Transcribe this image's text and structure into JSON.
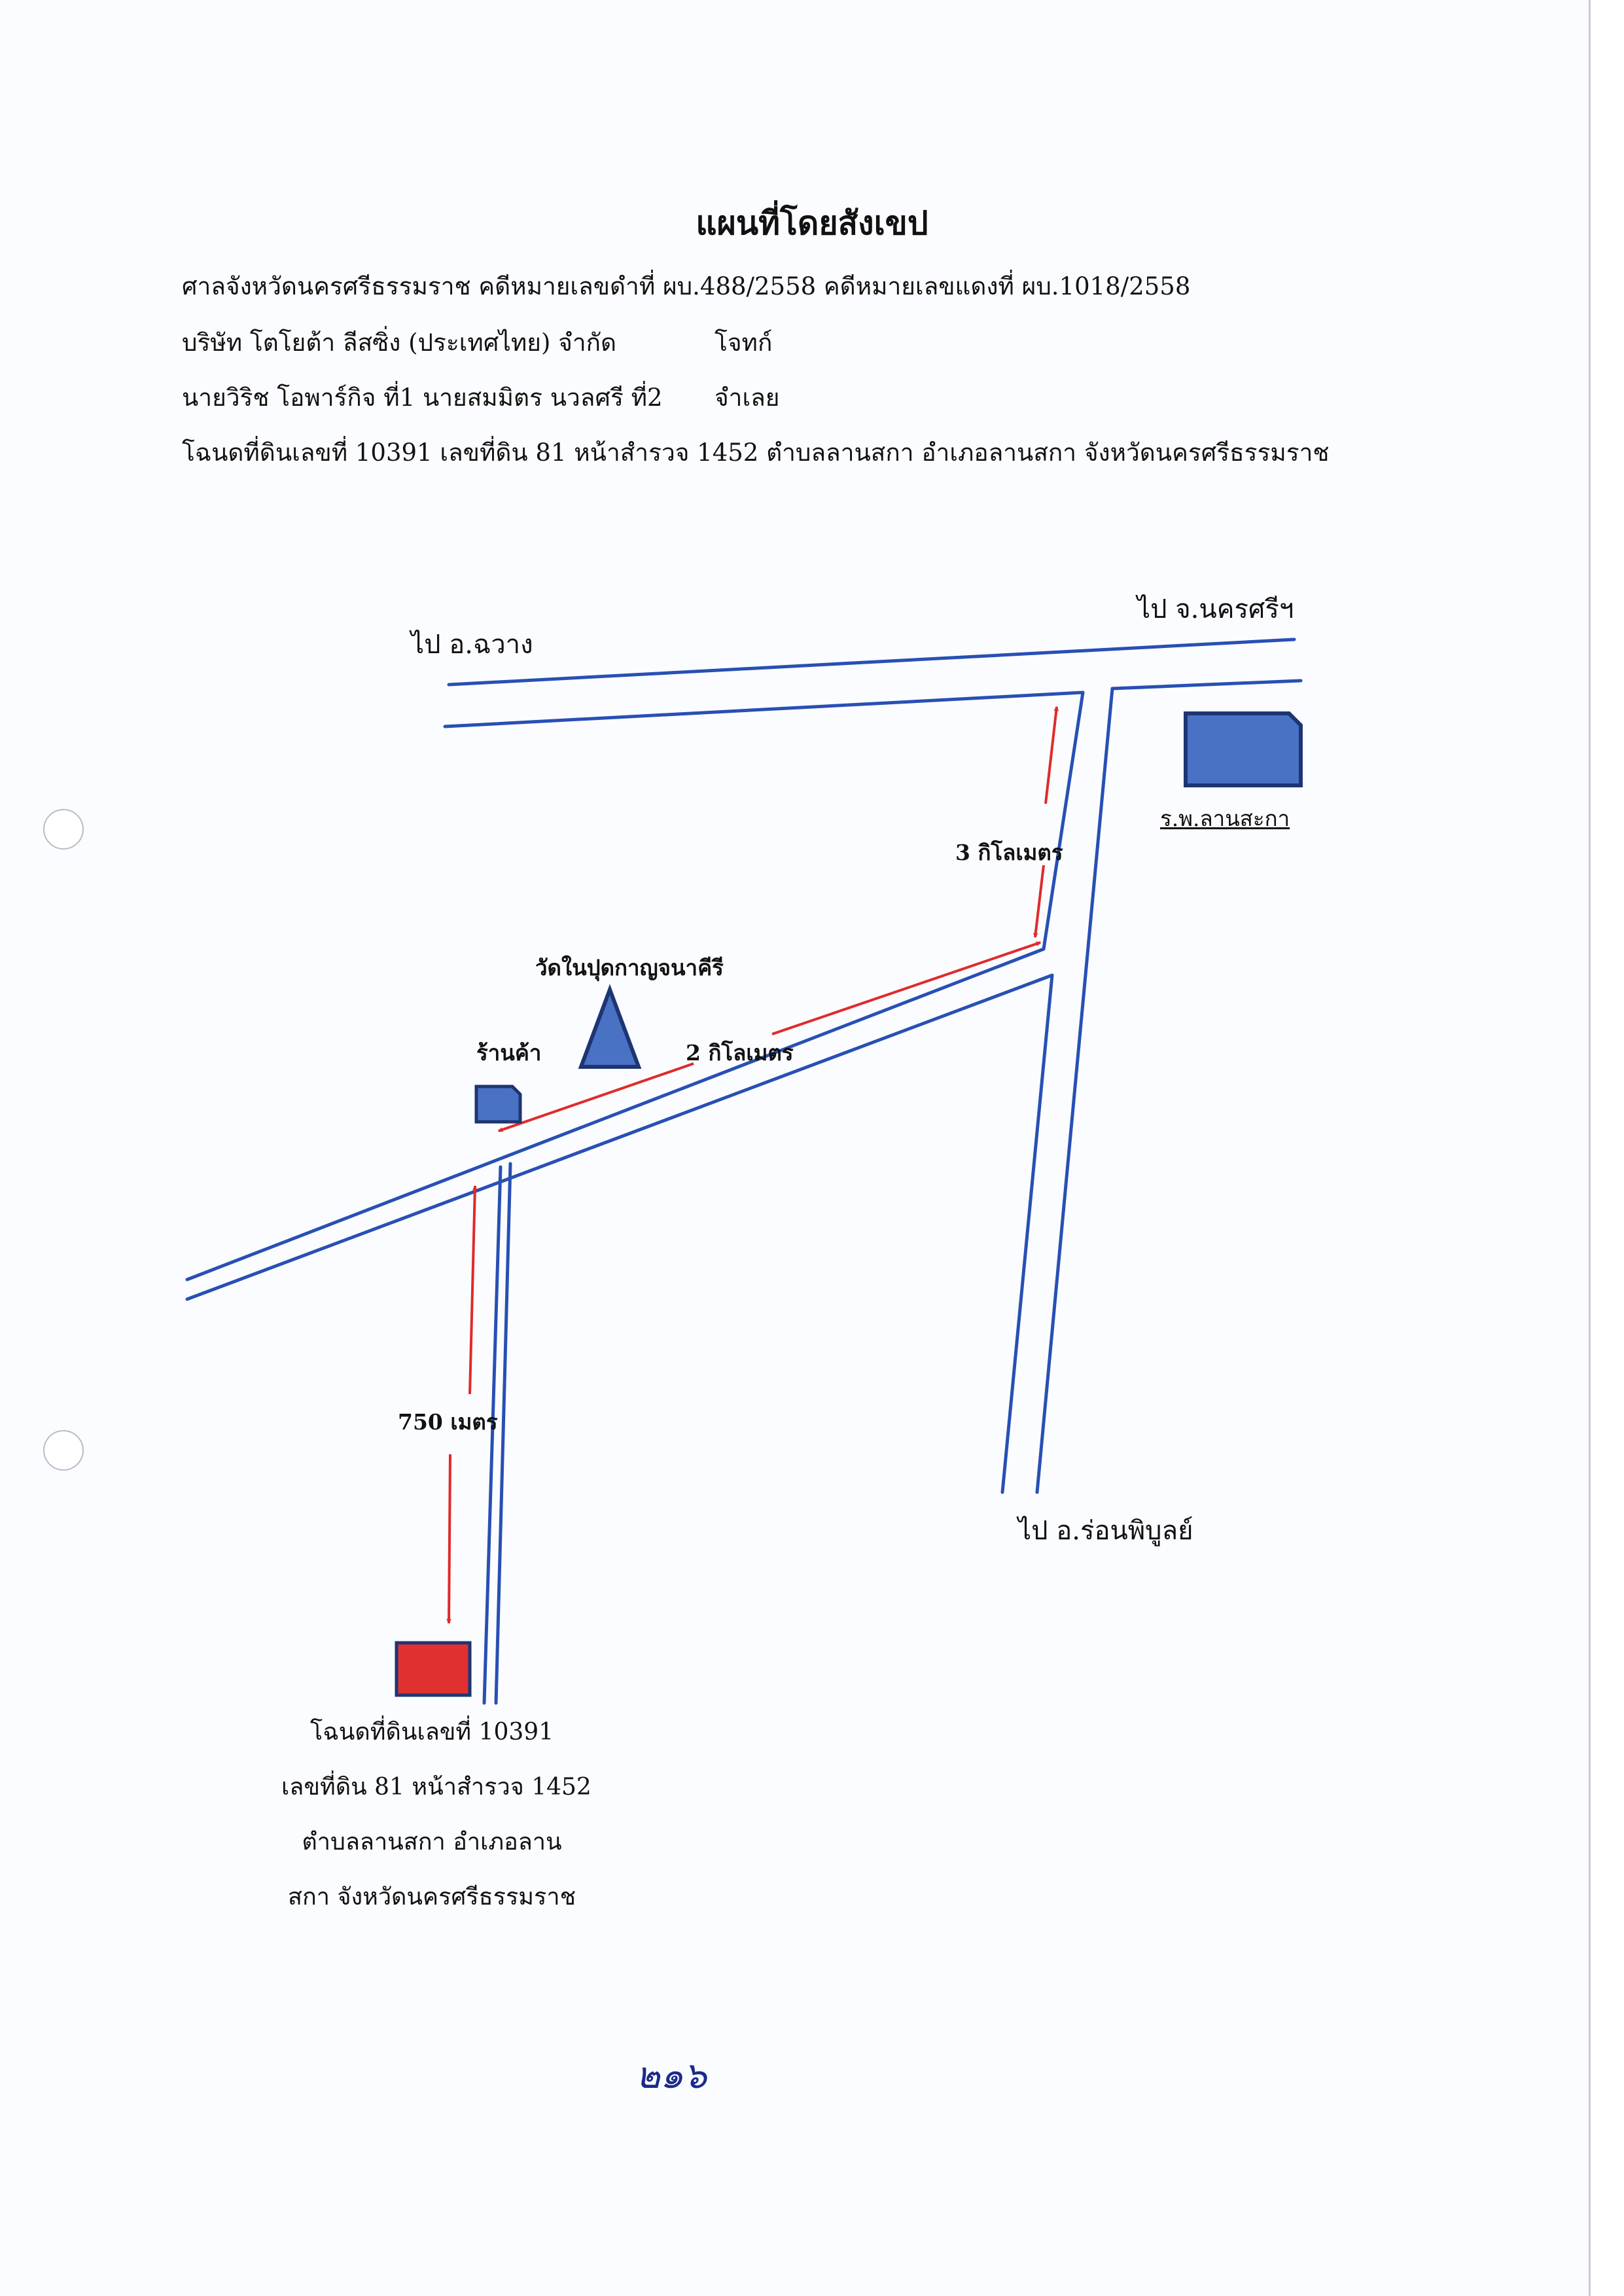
{
  "document": {
    "title": "แผนที่โดยสังเขป",
    "header_lines": [
      {
        "text": "ศาลจังหวัดนครศรีธรรมราช คดีหมายเลขดำที่ ผบ.488/2558  คดีหมายเลขแดงที่ ผบ.1018/2558",
        "role": ""
      },
      {
        "text": "บริษัท โตโยต้า ลีสซิ่ง (ประเทศไทย) จำกัด",
        "role": "โจทก์"
      },
      {
        "text": "นายวิริช โอพาร์กิจ ที่1 นายสมมิตร นวลศรี ที่2",
        "role": "จำเลย"
      },
      {
        "text": "โฉนดที่ดินเลขที่ 10391 เลขที่ดิน 81 หน้าสำรวจ 1452 ตำบลลานสกา อำเภอลานสกา จังหวัดนครศรีธรรมราช",
        "role": ""
      }
    ],
    "page_number": "๒๑๖"
  },
  "map": {
    "directions": {
      "to_chawang": "ไป อ.ฉวาง",
      "to_nakhon": "ไป จ.นครศรีฯ",
      "to_ron_phibun": "ไป อ.ร่อนพิบูลย์"
    },
    "landmarks": {
      "hospital": "ร.พ.ลานสะกา",
      "temple": "วัดในปุดกาญจนาคีรี",
      "shop": "ร้านค้า"
    },
    "distances": {
      "to_main_road": "3 กิโลเมตร",
      "along_road": "2 กิโลเมตร",
      "to_parcel": "750 เมตร"
    },
    "parcel_label_lines": [
      "โฉนดที่ดินเลขที่ 10391",
      "เลขที่ดิน 81 หน้าสำรวจ 1452",
      "ตำบลลานสกา อำเภอลาน",
      "สกา จังหวัดนครศรีธรรมราช"
    ]
  },
  "colors": {
    "road": "#2850b4",
    "arrow": "#e02a2a",
    "landmark_fill": "#4a72c4",
    "landmark_stroke": "#1d3572",
    "parcel_fill": "#e03030"
  }
}
